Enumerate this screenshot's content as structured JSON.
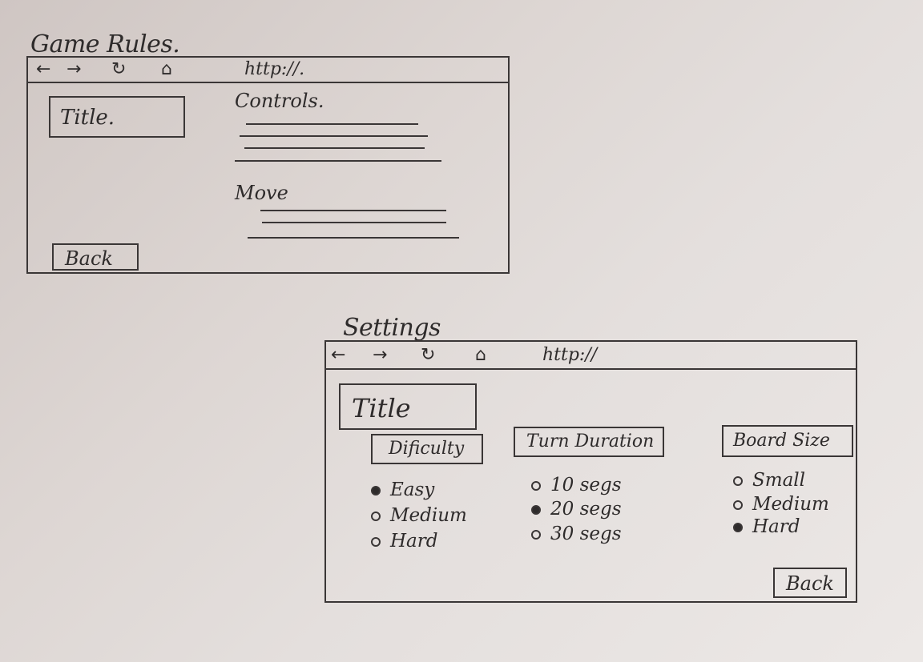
{
  "rules": {
    "heading": "Game Rules.",
    "nav": {
      "back": "←",
      "forward": "→",
      "reload": "↻",
      "home": "⌂",
      "url": "http://."
    },
    "title": "Title.",
    "controls_label": "Controls.",
    "move_label": "Move",
    "back_button": "Back"
  },
  "settings": {
    "heading": "Settings",
    "nav": {
      "back": "←",
      "forward": "→",
      "reload": "↻",
      "home": "⌂",
      "url": "http://"
    },
    "title": "Title",
    "back_button": "Back",
    "groups": [
      {
        "label": "Dificulty",
        "options": [
          {
            "text": "Easy",
            "selected": true
          },
          {
            "text": "Medium",
            "selected": false
          },
          {
            "text": "Hard",
            "selected": false
          }
        ]
      },
      {
        "label": "Turn Duration",
        "options": [
          {
            "text": "10 segs",
            "selected": false
          },
          {
            "text": "20 segs",
            "selected": true
          },
          {
            "text": "30 segs",
            "selected": false
          }
        ]
      },
      {
        "label": "Board Size",
        "options": [
          {
            "text": "Small",
            "selected": false
          },
          {
            "text": "Medium",
            "selected": false
          },
          {
            "text": "Hard",
            "selected": true
          }
        ]
      }
    ]
  }
}
